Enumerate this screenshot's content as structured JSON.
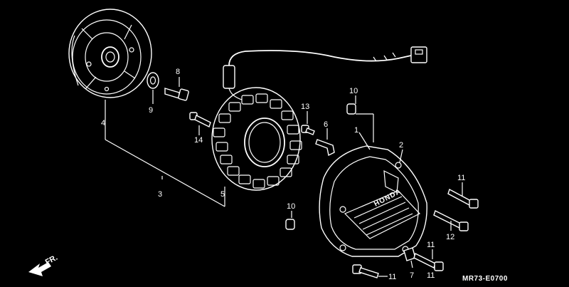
{
  "diagram": {
    "code": "MR73-E0700",
    "direction_label": "FR.",
    "cover_brand": "HONDA",
    "callouts": [
      "1",
      "2",
      "3",
      "4",
      "5",
      "6",
      "7",
      "8",
      "9",
      "10",
      "10",
      "11",
      "11",
      "11",
      "11",
      "12",
      "13",
      "14"
    ]
  }
}
